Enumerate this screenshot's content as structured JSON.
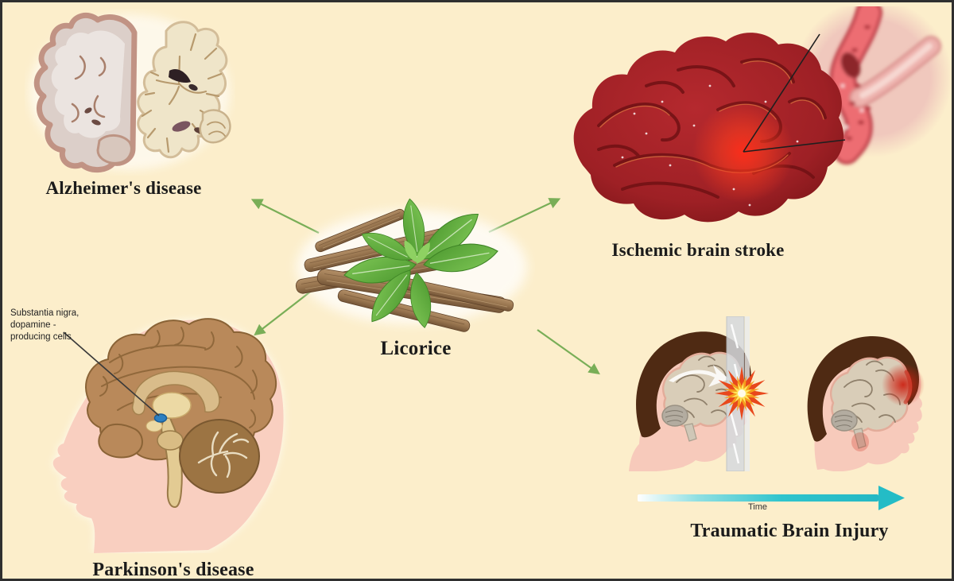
{
  "figure": {
    "background_color": "#FCEECB",
    "border_color": "#2F2F2F",
    "connector_arrow_color": "#79AE57"
  },
  "center": {
    "label": "Licorice"
  },
  "panels": {
    "alzheimers": {
      "label": "Alzheimer's disease"
    },
    "ischemic_stroke": {
      "label": "Ischemic brain stroke"
    },
    "parkinsons": {
      "label": "Parkinson's disease",
      "annotation_lines": [
        "Substantia nigra,",
        "dopamine -",
        "producing cells"
      ]
    },
    "tbi": {
      "label": "Traumatic Brain Injury",
      "timeline_label": "Time",
      "timeline_arrow_color": "#2FC4CD"
    }
  },
  "illustration_colors": {
    "stroke_brain_red": "#9E2025",
    "stroke_glow_red": "#FF2D1A",
    "vessel_inset_pink": "#F0C8BD",
    "licorice_root_brown": "#97744E",
    "licorice_leaf_green": "#5FAE3B",
    "parkinsons_skin_pink": "#F9CFC0",
    "parkinsons_brain_brown": "#B9895A",
    "substantia_nigra_blue": "#2D7FC1",
    "tbi_hair_brown": "#4F2A13",
    "tbi_skin_pink": "#F7CABB",
    "tbi_brain_beige": "#D9CDB8",
    "impact_star_orange": "#F59D1C"
  }
}
